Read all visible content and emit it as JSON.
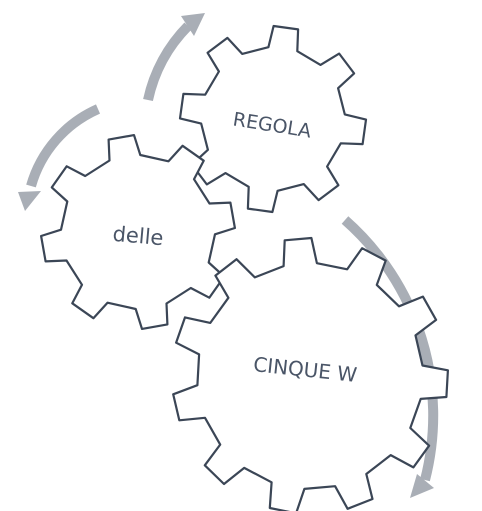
{
  "diagram": {
    "gears": [
      {
        "id": "top",
        "label": "REGOLA"
      },
      {
        "id": "left",
        "label": "delle"
      },
      {
        "id": "bottom",
        "label": "CINQUE W"
      }
    ]
  }
}
